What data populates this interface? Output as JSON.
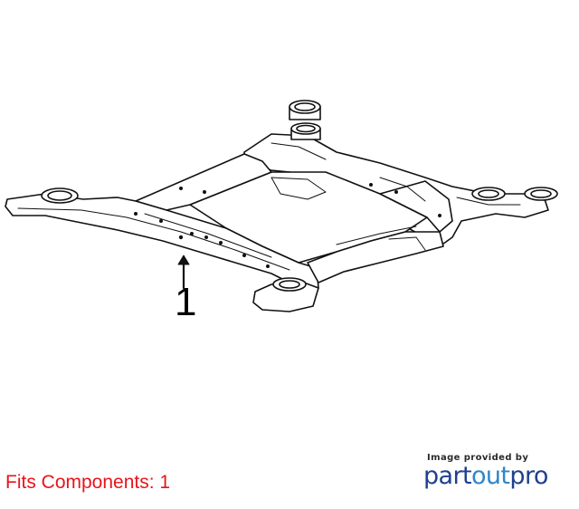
{
  "diagram": {
    "callout_number": "1"
  },
  "footer": {
    "fits_components": "Fits Components: 1",
    "provided_by": "Image provided by",
    "logo": {
      "part1": "part",
      "part2": "out",
      "part3": "pro"
    }
  },
  "colors": {
    "fits_text": "#e8141b",
    "logo_dark": "#1f3f8f",
    "logo_light": "#2f86c9"
  }
}
